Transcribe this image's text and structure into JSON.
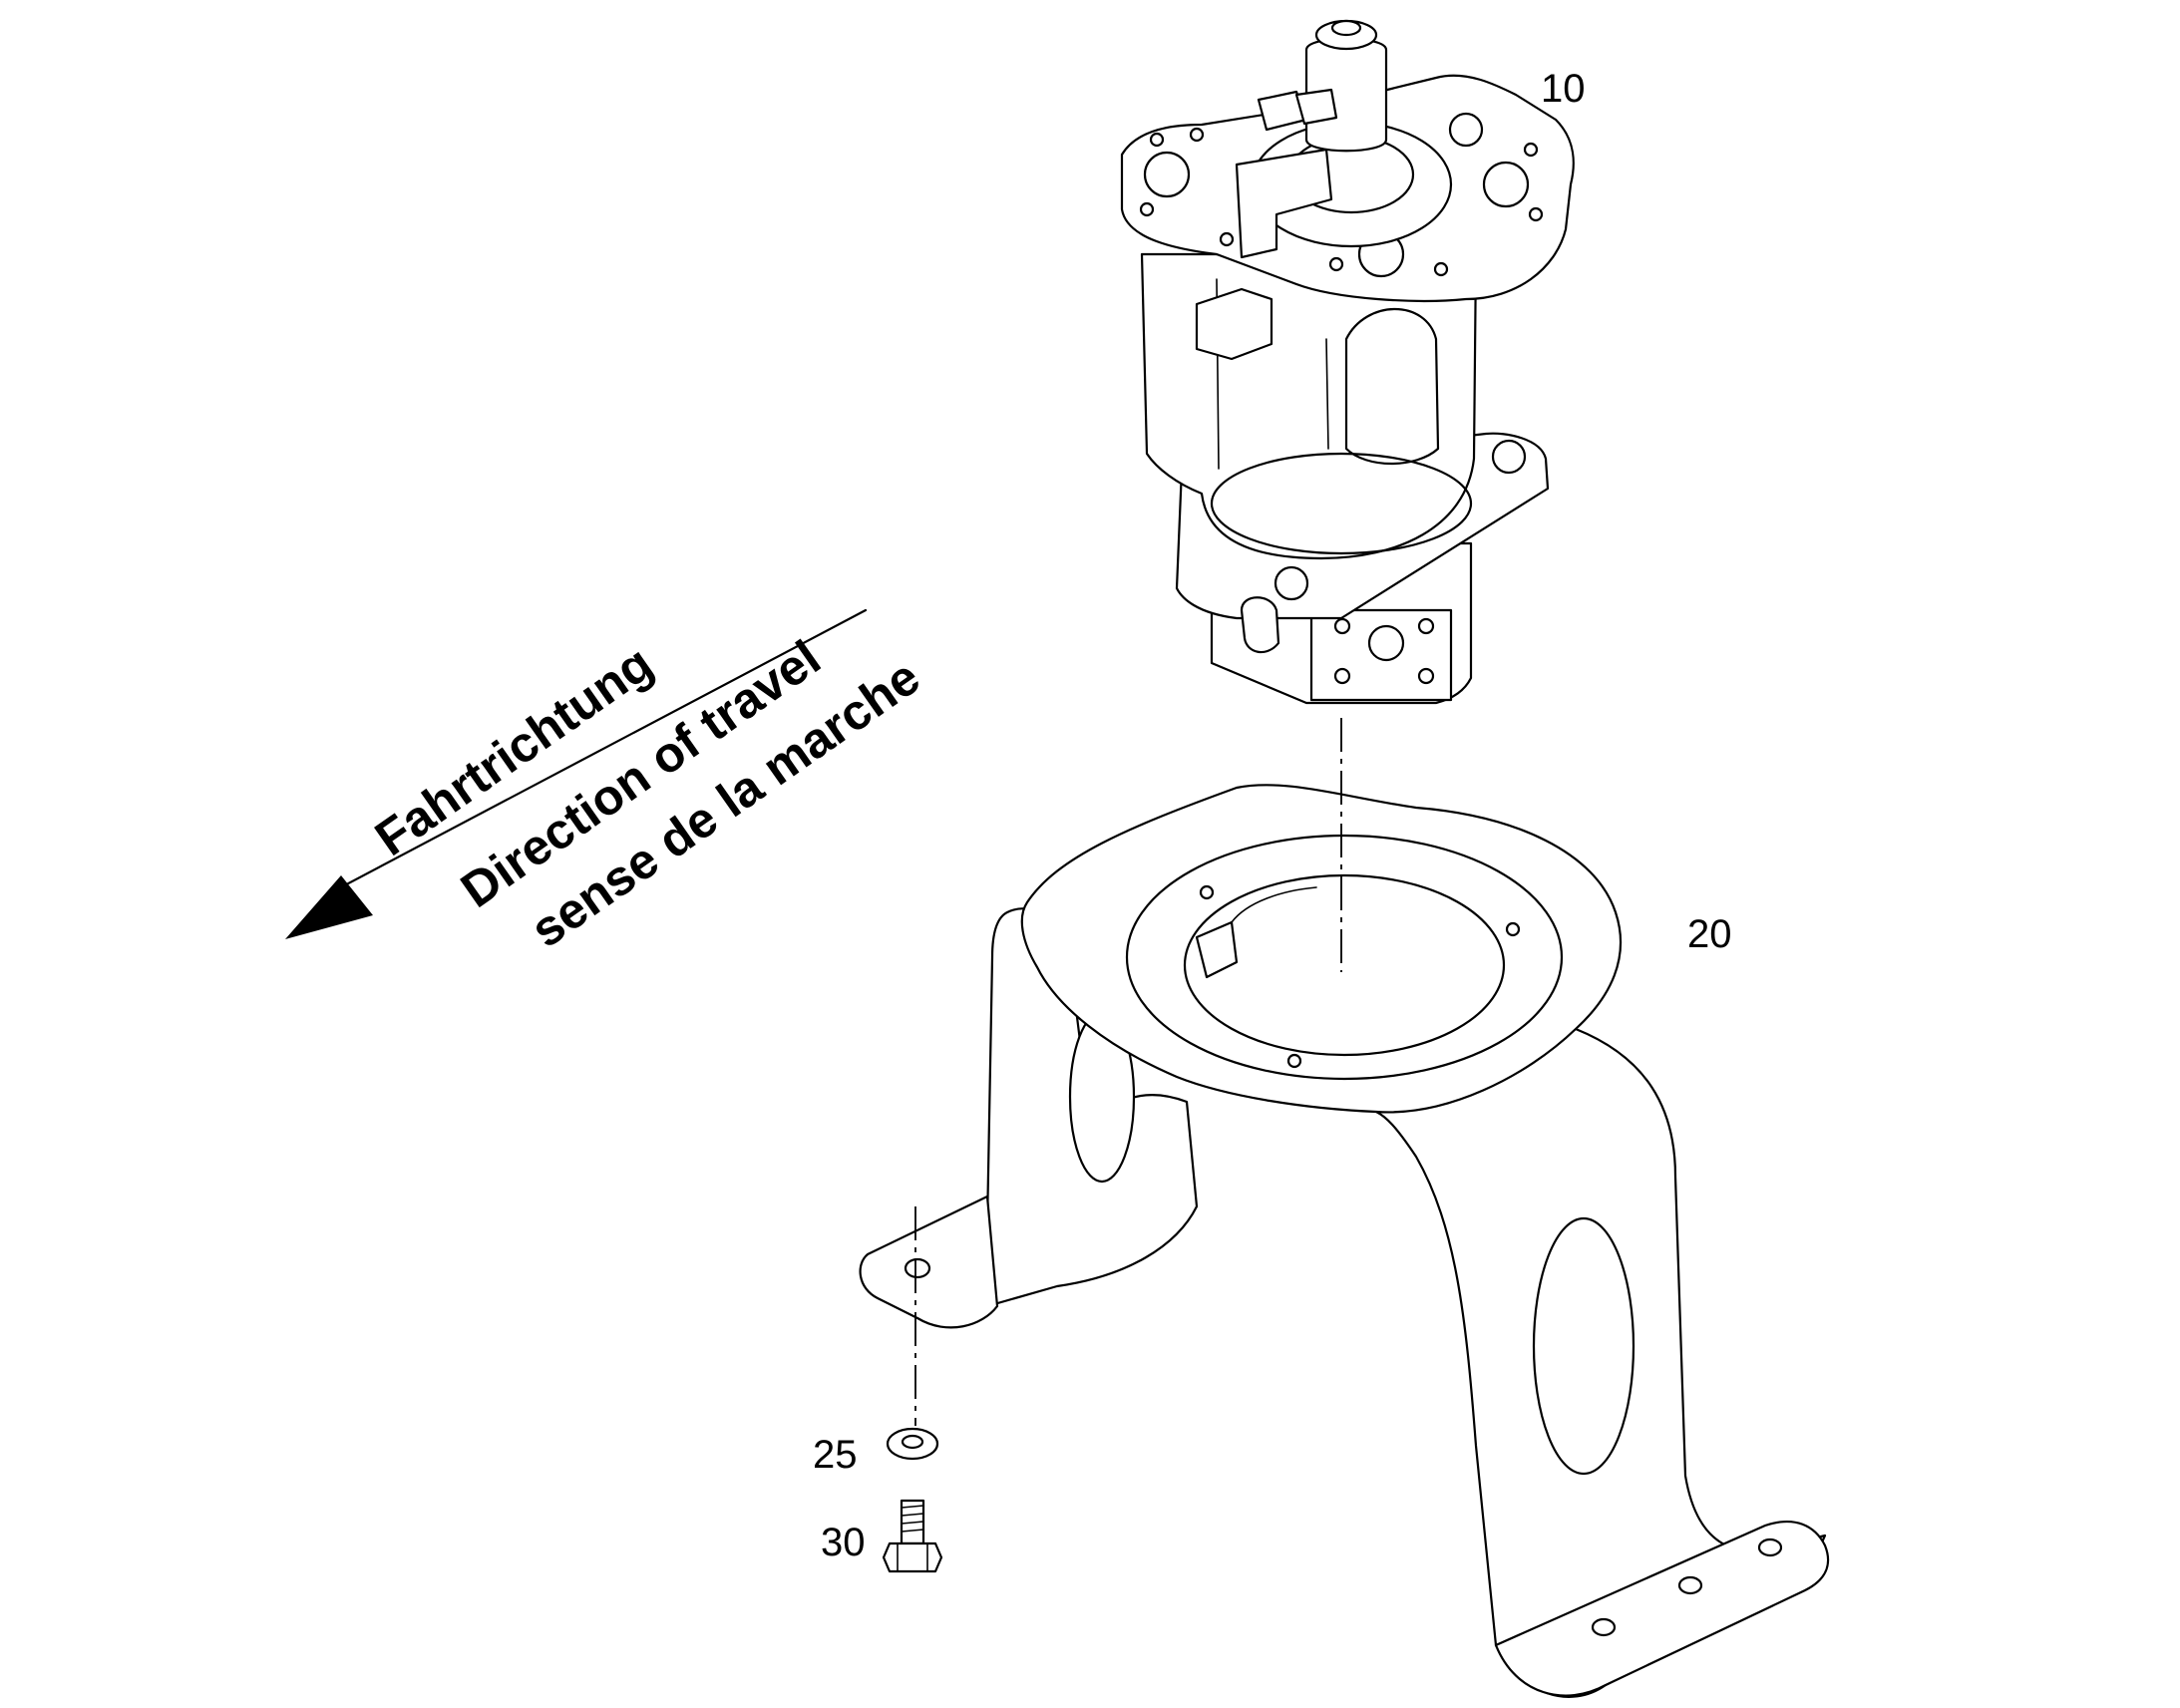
{
  "callouts": {
    "c10": "10",
    "c20": "20",
    "c25": "25",
    "c30": "30"
  },
  "direction": {
    "german": "Fahrtrichtung",
    "english": "Direction of travel",
    "french": "sense de la marche"
  }
}
